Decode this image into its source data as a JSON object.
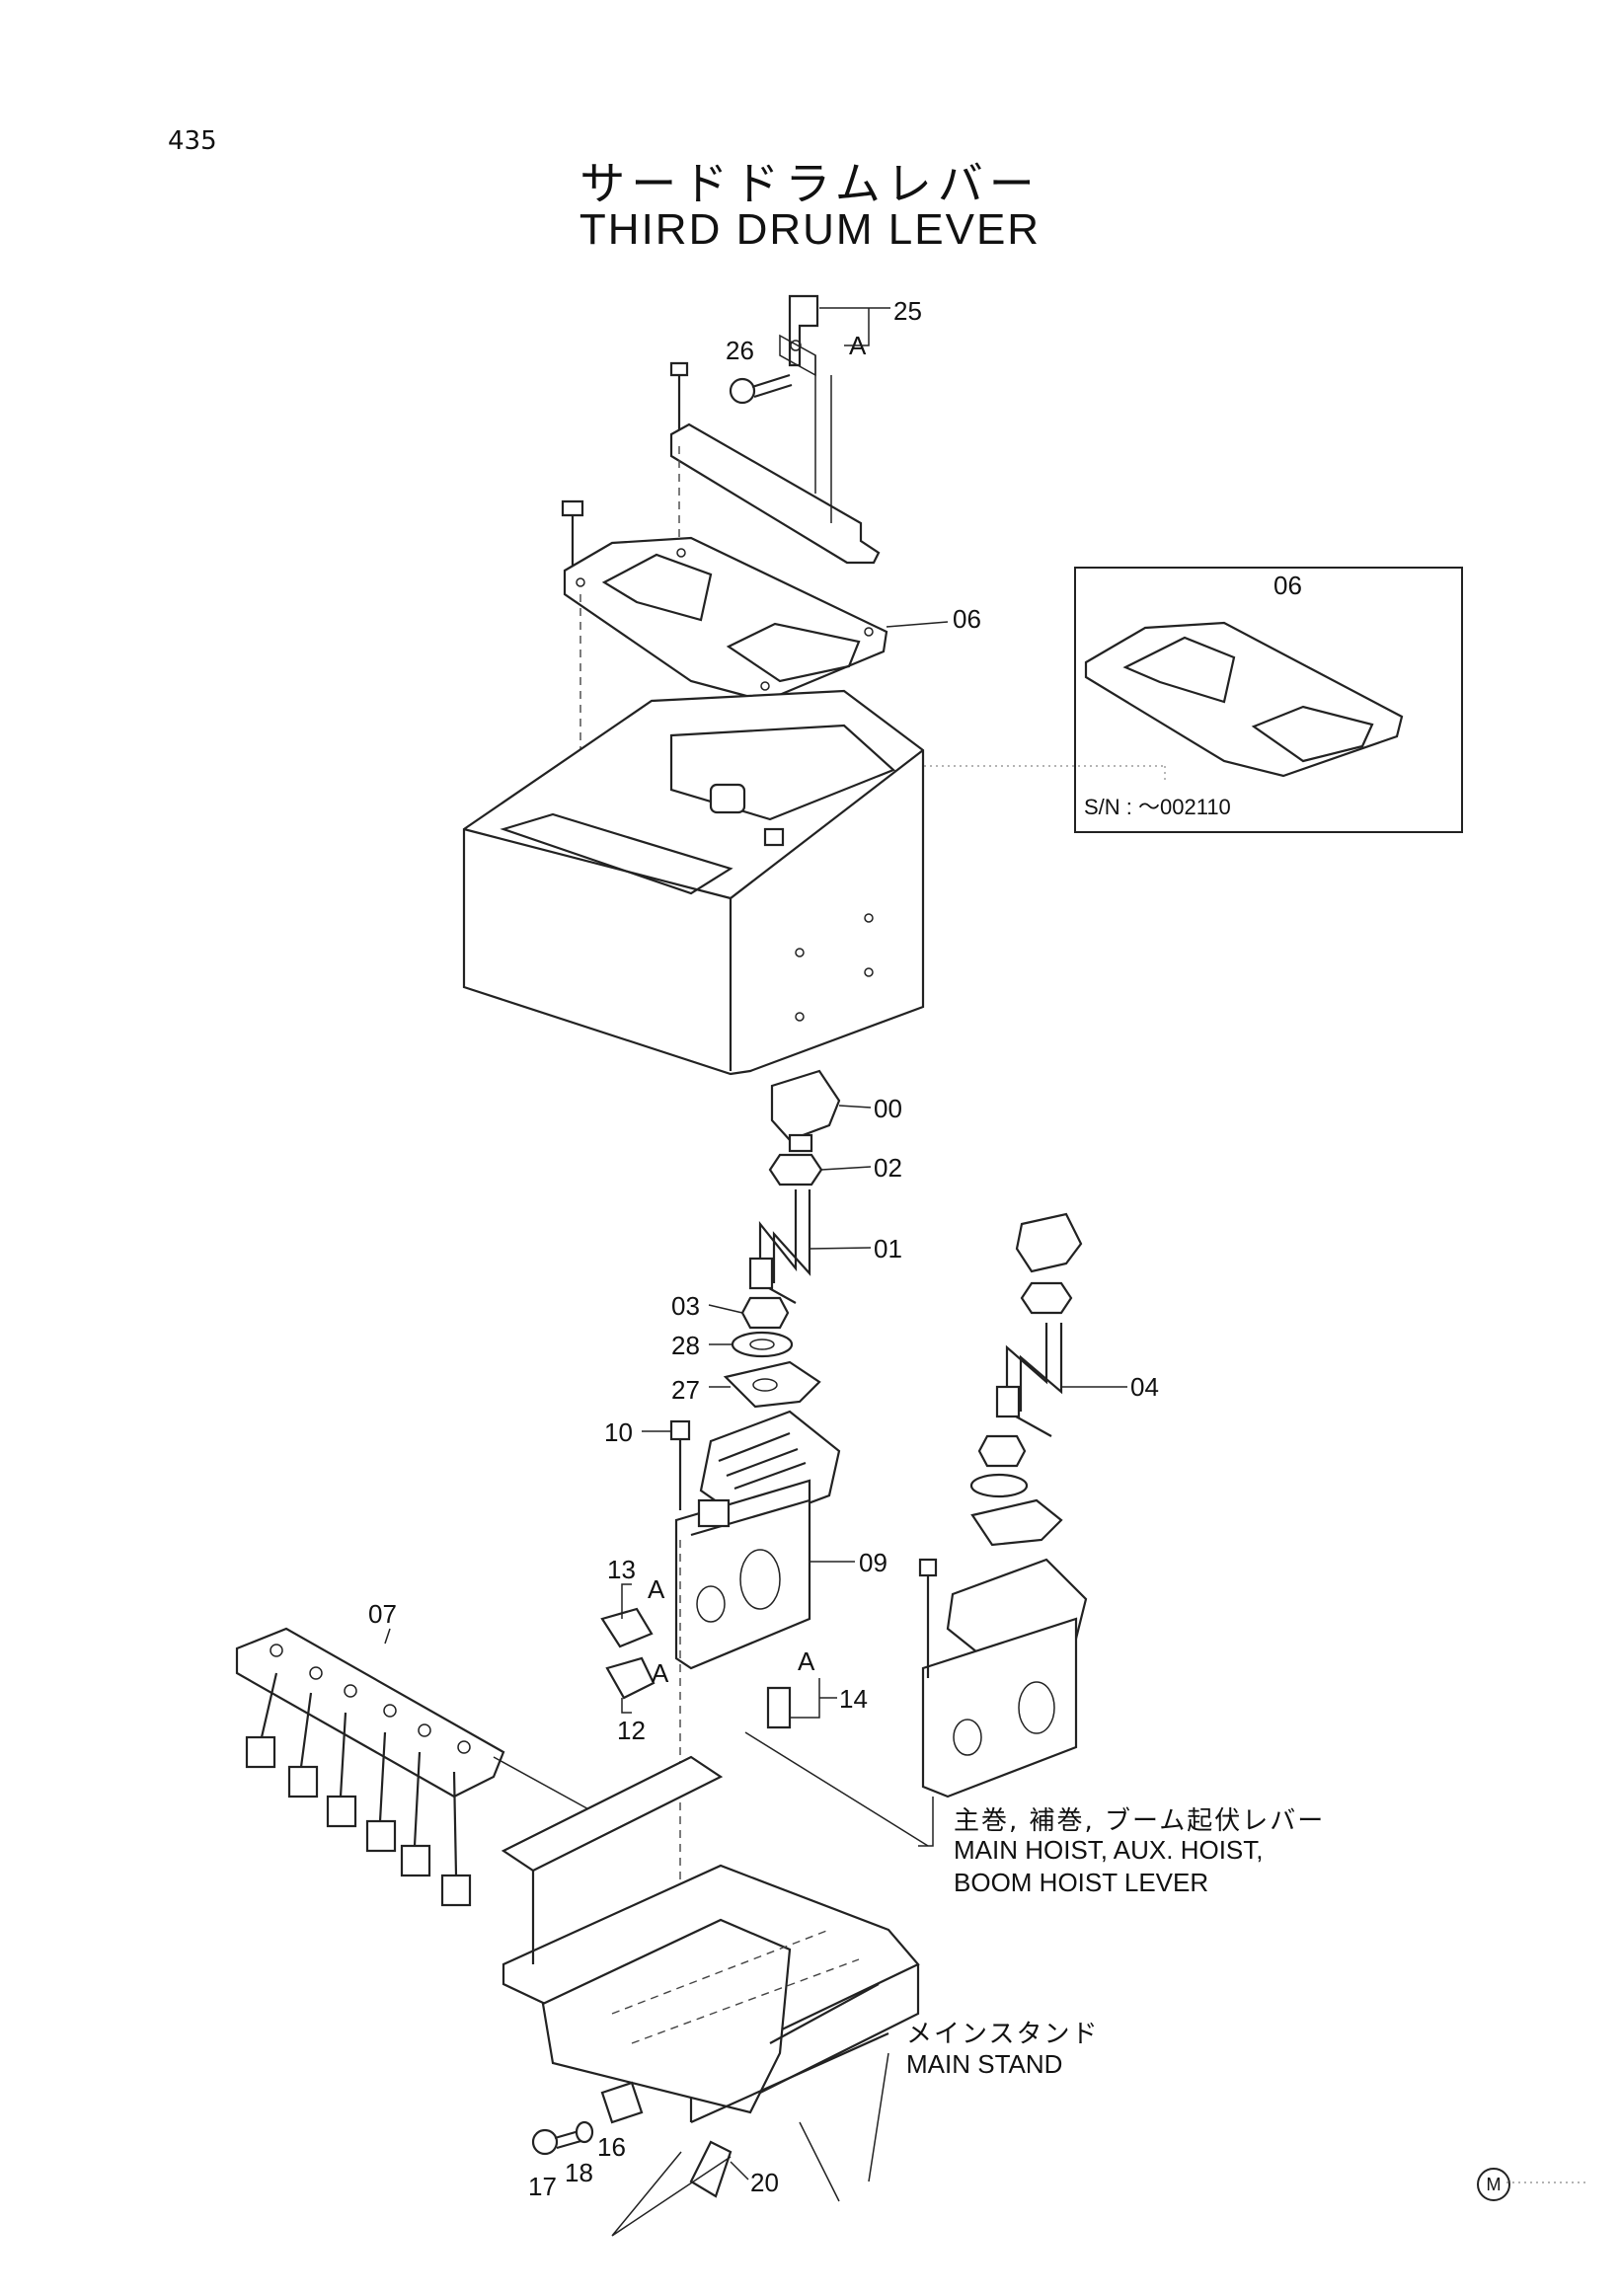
{
  "page_number": "435",
  "title_jp": "サードドラムレバー",
  "title_en": "THIRD DRUM LEVER",
  "callouts": {
    "c25": "25",
    "c26": "26",
    "cA_top": "A",
    "c06": "06",
    "c06_inset": "06",
    "c00": "00",
    "c02": "02",
    "c01": "01",
    "c03": "03",
    "c28": "28",
    "c27": "27",
    "c04": "04",
    "c10": "10",
    "c13": "13",
    "cA1": "A",
    "c09": "09",
    "c07": "07",
    "cA2": "A",
    "cA3": "A",
    "c14": "14",
    "c12": "12",
    "c17": "17",
    "c18": "18",
    "c16": "16",
    "c20": "20"
  },
  "inset": {
    "sn_label": "S/N :  ～002110"
  },
  "notes": {
    "levers_jp": "主巻, 補巻, ブーム起伏レバー",
    "levers_en_1": "MAIN HOIST, AUX. HOIST,",
    "levers_en_2": "BOOM HOIST LEVER",
    "stand_jp": "メインスタンド",
    "stand_en": "MAIN STAND"
  },
  "footer_mark": "M"
}
